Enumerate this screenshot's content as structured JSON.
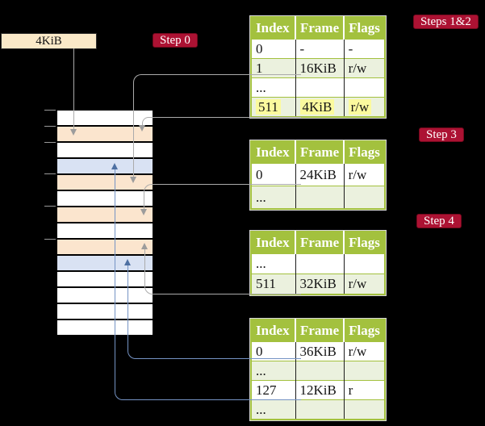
{
  "root_box": {
    "label": "4KiB"
  },
  "badges": {
    "step0": "Step 0",
    "steps12": "Steps 1&2",
    "step3": "Step 3",
    "step4": "Step 4"
  },
  "tables": [
    {
      "name": "page-table-steps-1-2",
      "headers": [
        "Index",
        "Frame",
        "Flags"
      ],
      "rows": [
        {
          "cells": [
            "0",
            "-",
            "-"
          ]
        },
        {
          "cells": [
            "1",
            "16KiB",
            "r/w"
          ]
        },
        {
          "cells": [
            "...",
            "",
            ""
          ]
        },
        {
          "cells": [
            "511",
            "4KiB",
            "r/w"
          ],
          "highlighted": true
        }
      ]
    },
    {
      "name": "page-table-step-3",
      "headers": [
        "Index",
        "Frame",
        "Flags"
      ],
      "rows": [
        {
          "cells": [
            "0",
            "24KiB",
            "r/w"
          ]
        },
        {
          "cells": [
            "...",
            "",
            ""
          ]
        }
      ]
    },
    {
      "name": "page-table-step-4",
      "headers": [
        "Index",
        "Frame",
        "Flags"
      ],
      "rows": [
        {
          "cells": [
            "...",
            "",
            ""
          ]
        },
        {
          "cells": [
            "511",
            "32KiB",
            "r/w"
          ]
        }
      ]
    },
    {
      "name": "page-table-final",
      "headers": [
        "Index",
        "Frame",
        "Flags"
      ],
      "rows": [
        {
          "cells": [
            "0",
            "36KiB",
            "r/w"
          ]
        },
        {
          "cells": [
            "...",
            "",
            ""
          ]
        },
        {
          "cells": [
            "127",
            "12KiB",
            "r"
          ]
        },
        {
          "cells": [
            "...",
            "",
            ""
          ]
        }
      ]
    }
  ],
  "memory": {
    "rows": [
      "white",
      "peach",
      "white",
      "blue",
      "peach",
      "white",
      "peach",
      "white",
      "peach",
      "blue",
      "white",
      "white",
      "white",
      "white"
    ]
  },
  "colors": {
    "background": "#000000",
    "green": "#A3C13E",
    "row_green": "#EBF1DE",
    "highlight": "#FBFA9E",
    "peach": "#FBE5CE",
    "blue_row": "#D9E2F3",
    "box_bg": "#FAE9C8",
    "badge_bg": "#AC1233",
    "badge_border": "#73091D",
    "badge_text": "#FFFFFF",
    "grey_line": "#ABABAB",
    "grey_head": "#9C9C9C",
    "blue_line": "#7593C4",
    "blue_head": "#4E70A2",
    "tick": "#999999",
    "cell_border_dark": "#1C1C1C",
    "table_outline": "#D6D6D6"
  }
}
